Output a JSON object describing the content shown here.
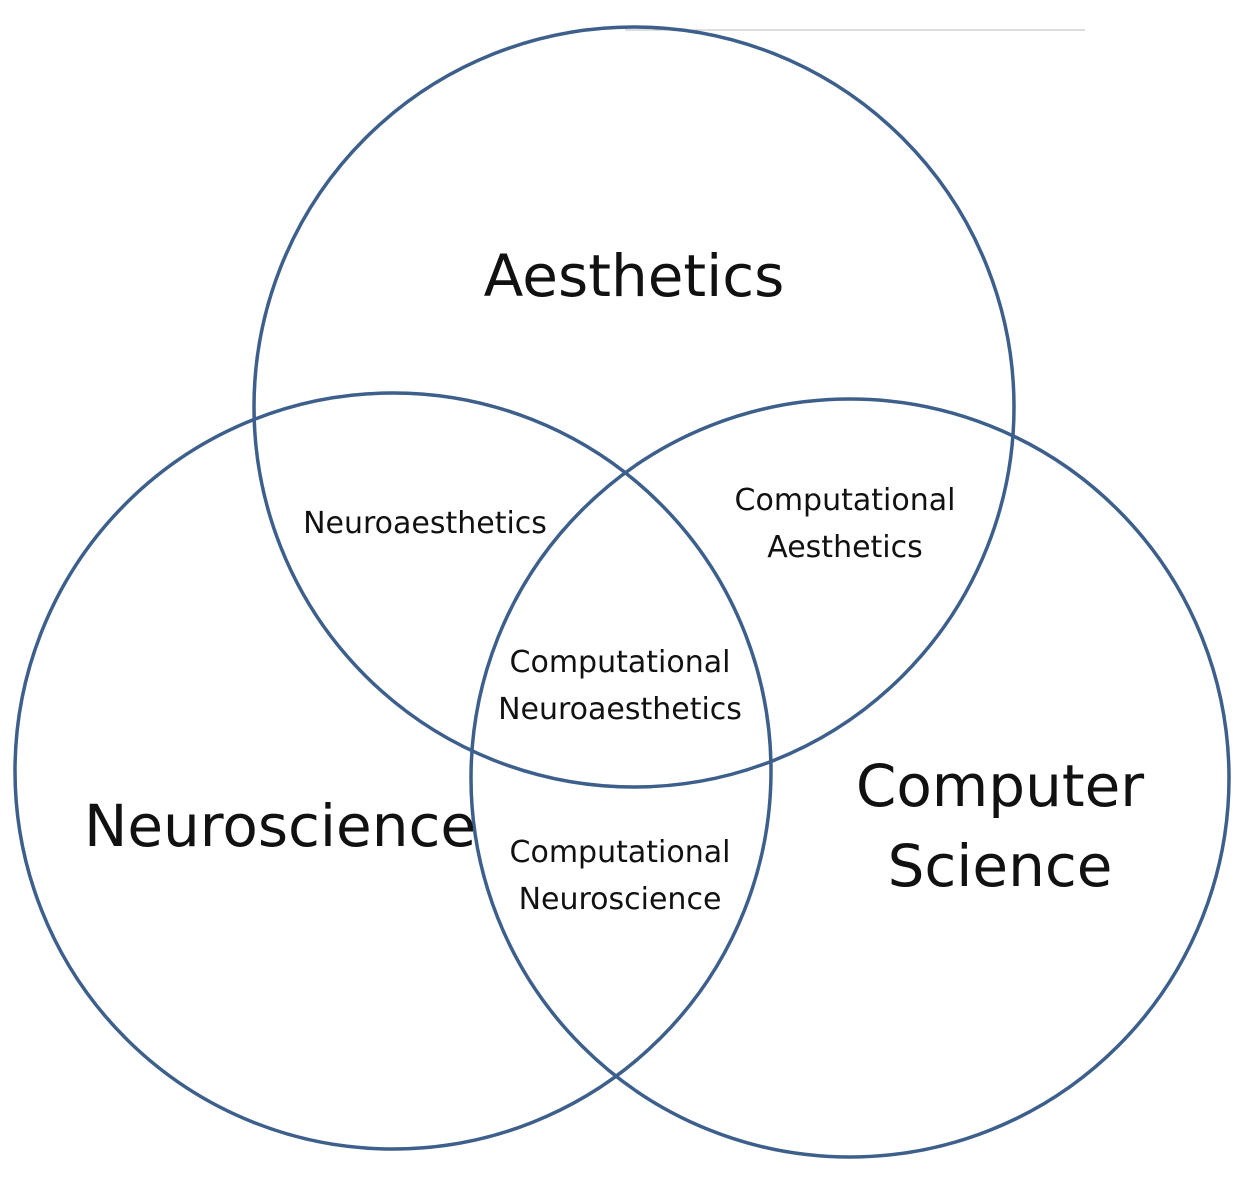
{
  "diagram": {
    "type": "venn",
    "stroke_color": "#3d5f8c",
    "sets": {
      "aesthetics": "Aesthetics",
      "neuroscience": "Neuroscience",
      "computer_science": [
        "Computer",
        "Science"
      ]
    },
    "intersections": {
      "neuroaesthetics": "Neuroaesthetics",
      "computational_aesthetics": [
        "Computational",
        "Aesthetics"
      ],
      "computational_neuroaesthetics": [
        "Computational",
        "Neuroaesthetics"
      ],
      "computational_neuroscience": [
        "Computational",
        "Neuroscience"
      ]
    }
  }
}
